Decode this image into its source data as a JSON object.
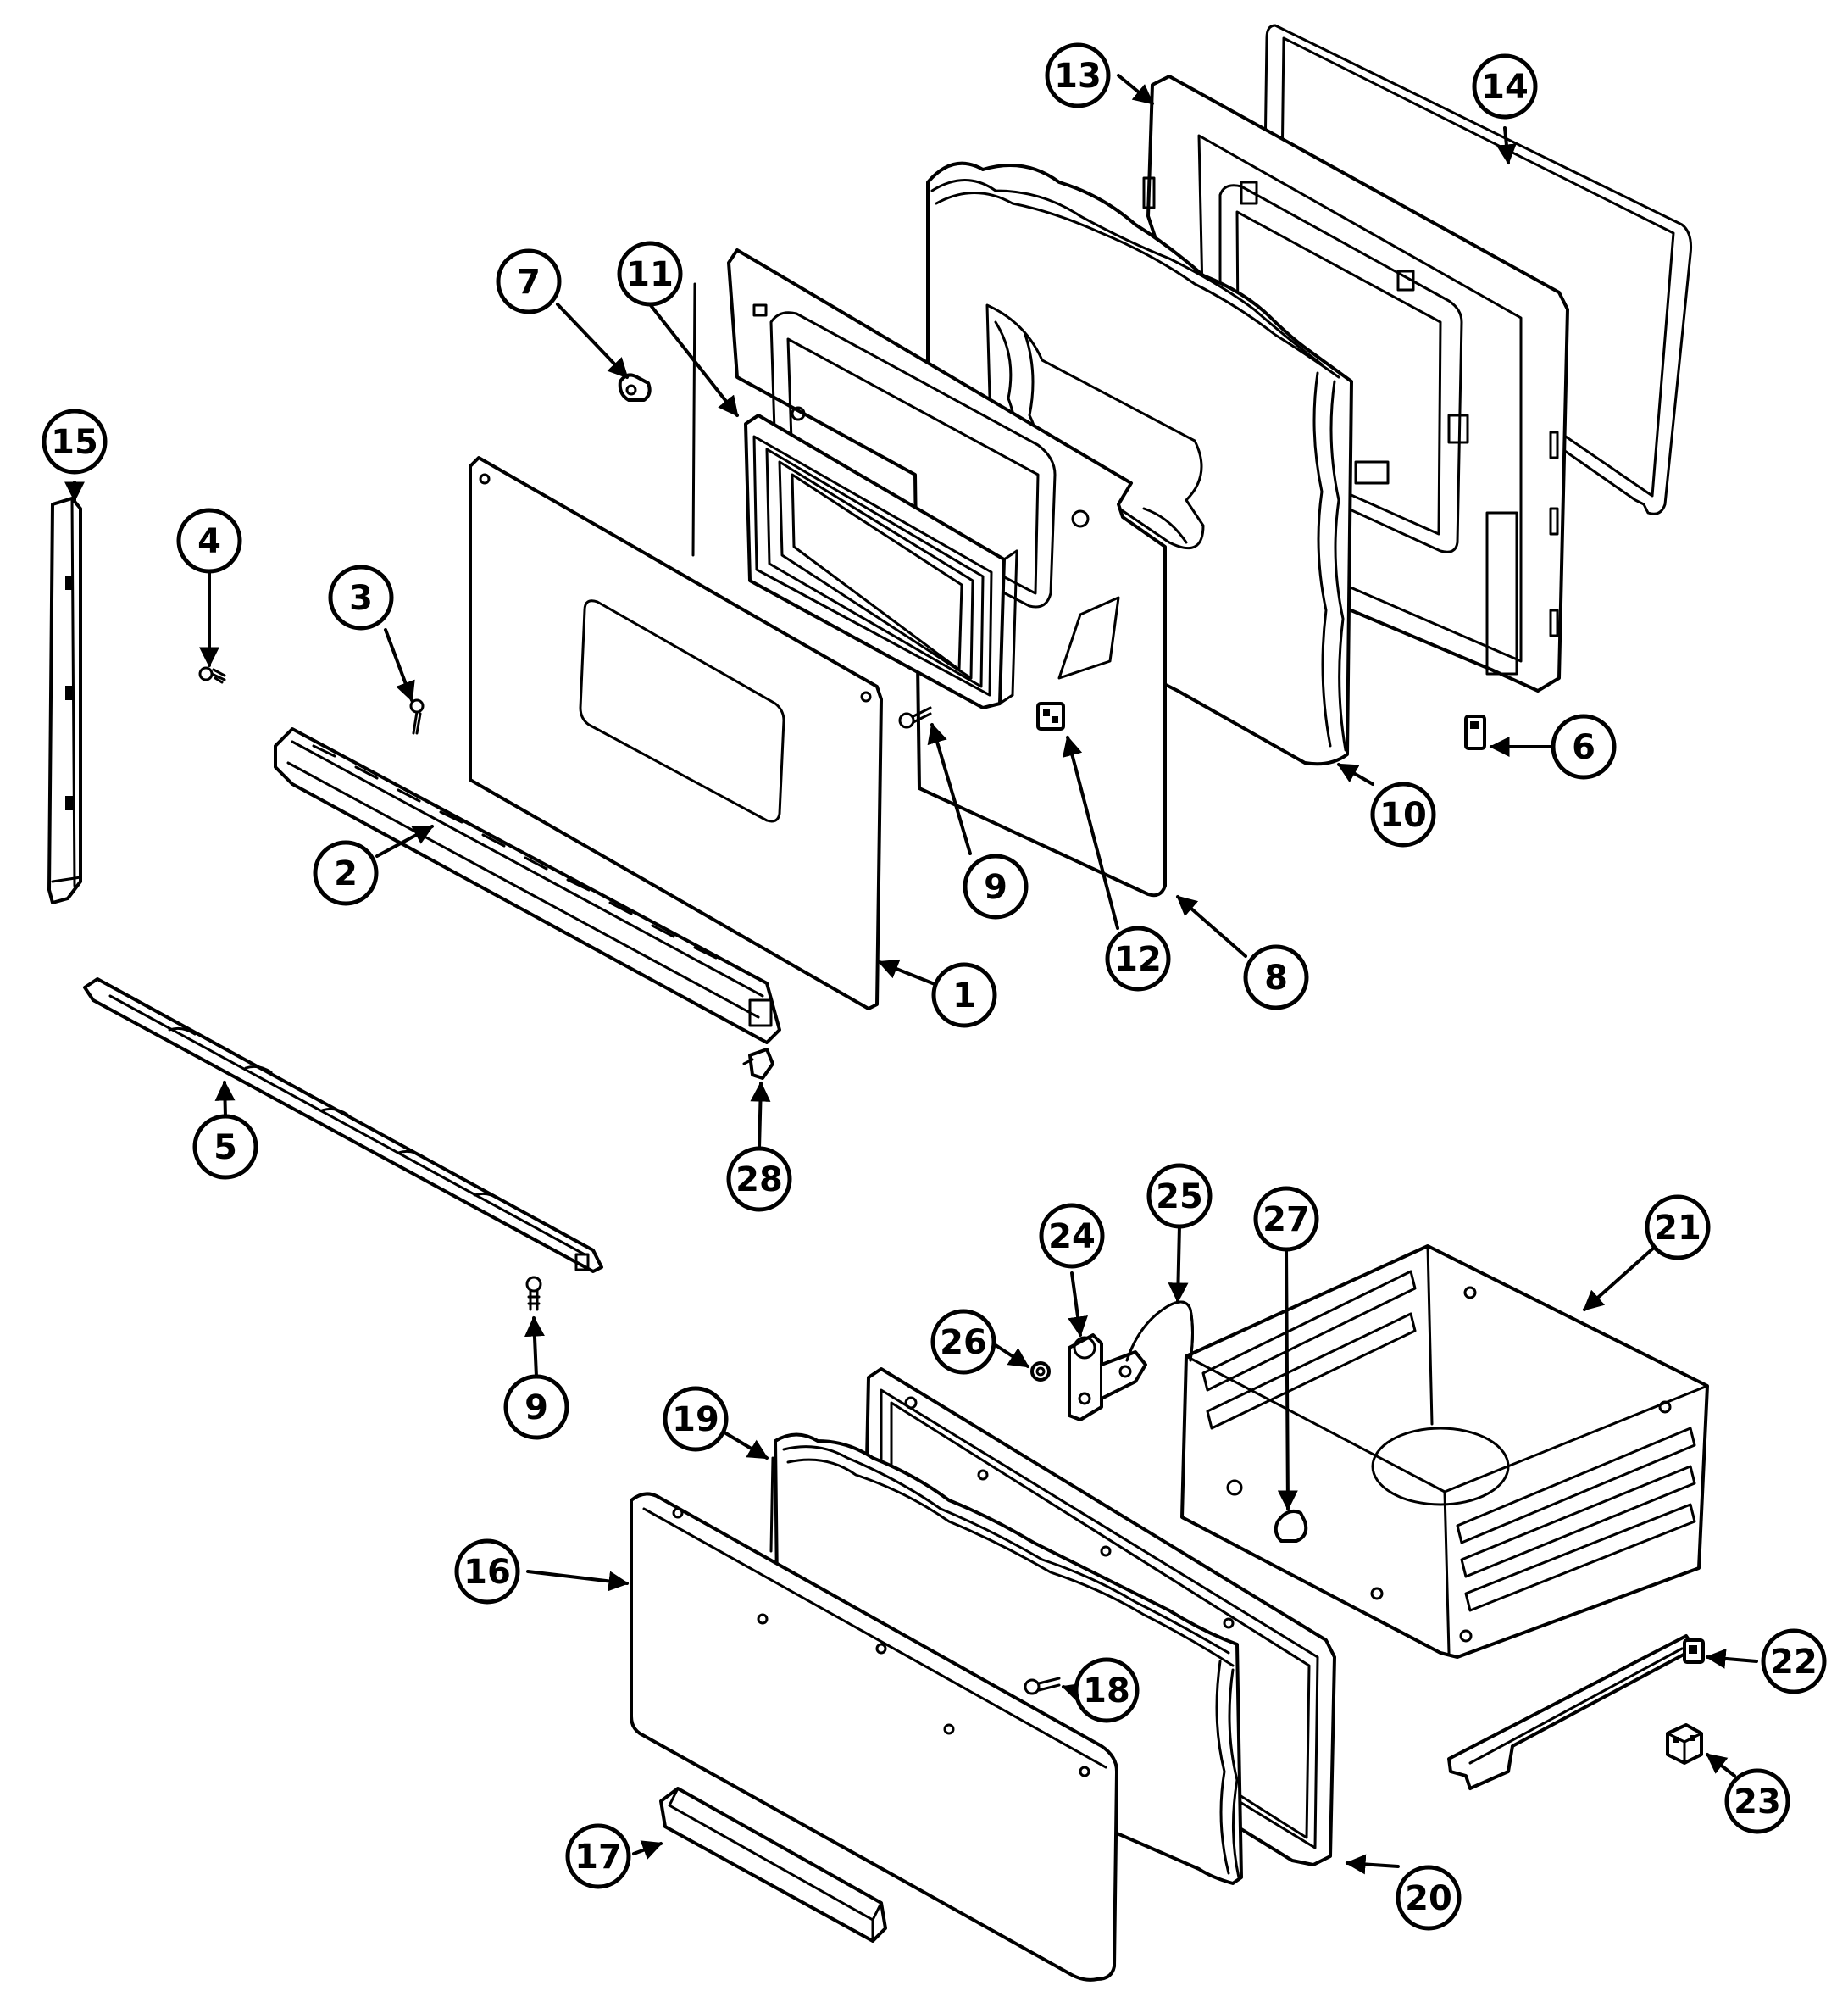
{
  "callouts": {
    "c1": "1",
    "c2": "2",
    "c3": "3",
    "c4": "4",
    "c5": "5",
    "c6": "6",
    "c7": "7",
    "c8": "8",
    "c9a": "9",
    "c9b": "9",
    "c10": "10",
    "c11": "11",
    "c12": "12",
    "c13": "13",
    "c14": "14",
    "c15": "15",
    "c16": "16",
    "c17": "17",
    "c18": "18",
    "c19": "19",
    "c20": "20",
    "c21": "21",
    "c22": "22",
    "c23": "23",
    "c24": "24",
    "c25": "25",
    "c26": "26",
    "c27": "27",
    "c28": "28"
  },
  "colors": {
    "line": "#000000",
    "background": "#ffffff"
  }
}
